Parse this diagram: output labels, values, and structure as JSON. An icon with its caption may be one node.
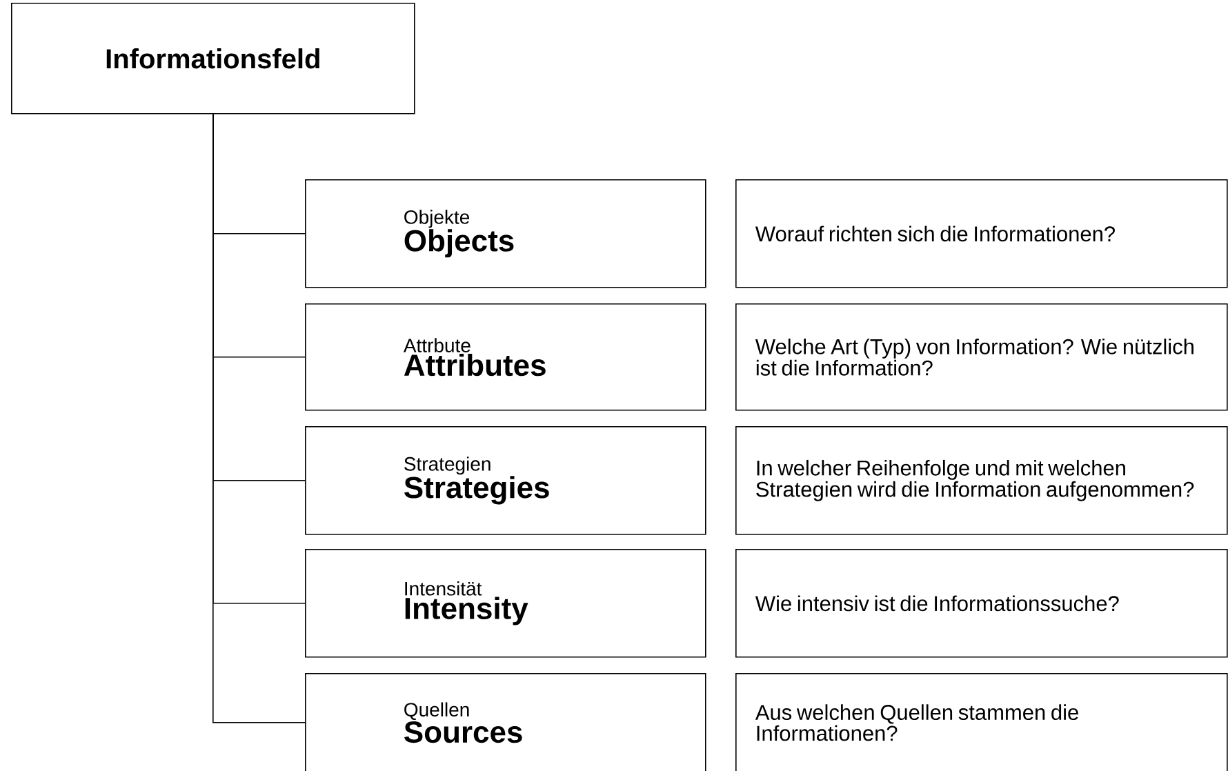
{
  "diagram": {
    "nodes": [
      {
        "text": [
          "Informationsfeld"
        ]
      },
      {
        "text": [
          "Objekte",
          "Objects"
        ]
      },
      {
        "text": [
          "Worauf richten sich die Informationen?"
        ]
      },
      {
        "text": [
          "Attrbute",
          "Attributes"
        ]
      },
      {
        "text": [
          "Welche Art (Typ) von Information? Wie nützlich ist die Information?"
        ]
      },
      {
        "text": [
          "Strategien",
          "Strategies"
        ]
      },
      {
        "text": [
          "In welcher Reihenfolge und mit welchen Strategien wird die Information aufgenommen?"
        ]
      },
      {
        "text": [
          "Intensität",
          "Intensity"
        ]
      },
      {
        "text": [
          "Wie intensiv ist die Informationssuche?"
        ]
      },
      {
        "text": [
          "Quellen",
          "Sources"
        ]
      },
      {
        "text": [
          "Aus welchen Quellen stammen die Informationen?"
        ]
      }
    ],
    "edges": [
      {
        "from": 0,
        "to": 1,
        "arrow": "none"
      },
      {
        "from": 0,
        "to": 3,
        "arrow": "none"
      },
      {
        "from": 0,
        "to": 5,
        "arrow": "none"
      },
      {
        "from": 0,
        "to": 7,
        "arrow": "none"
      },
      {
        "from": 0,
        "to": 9,
        "arrow": "none"
      }
    ]
  }
}
